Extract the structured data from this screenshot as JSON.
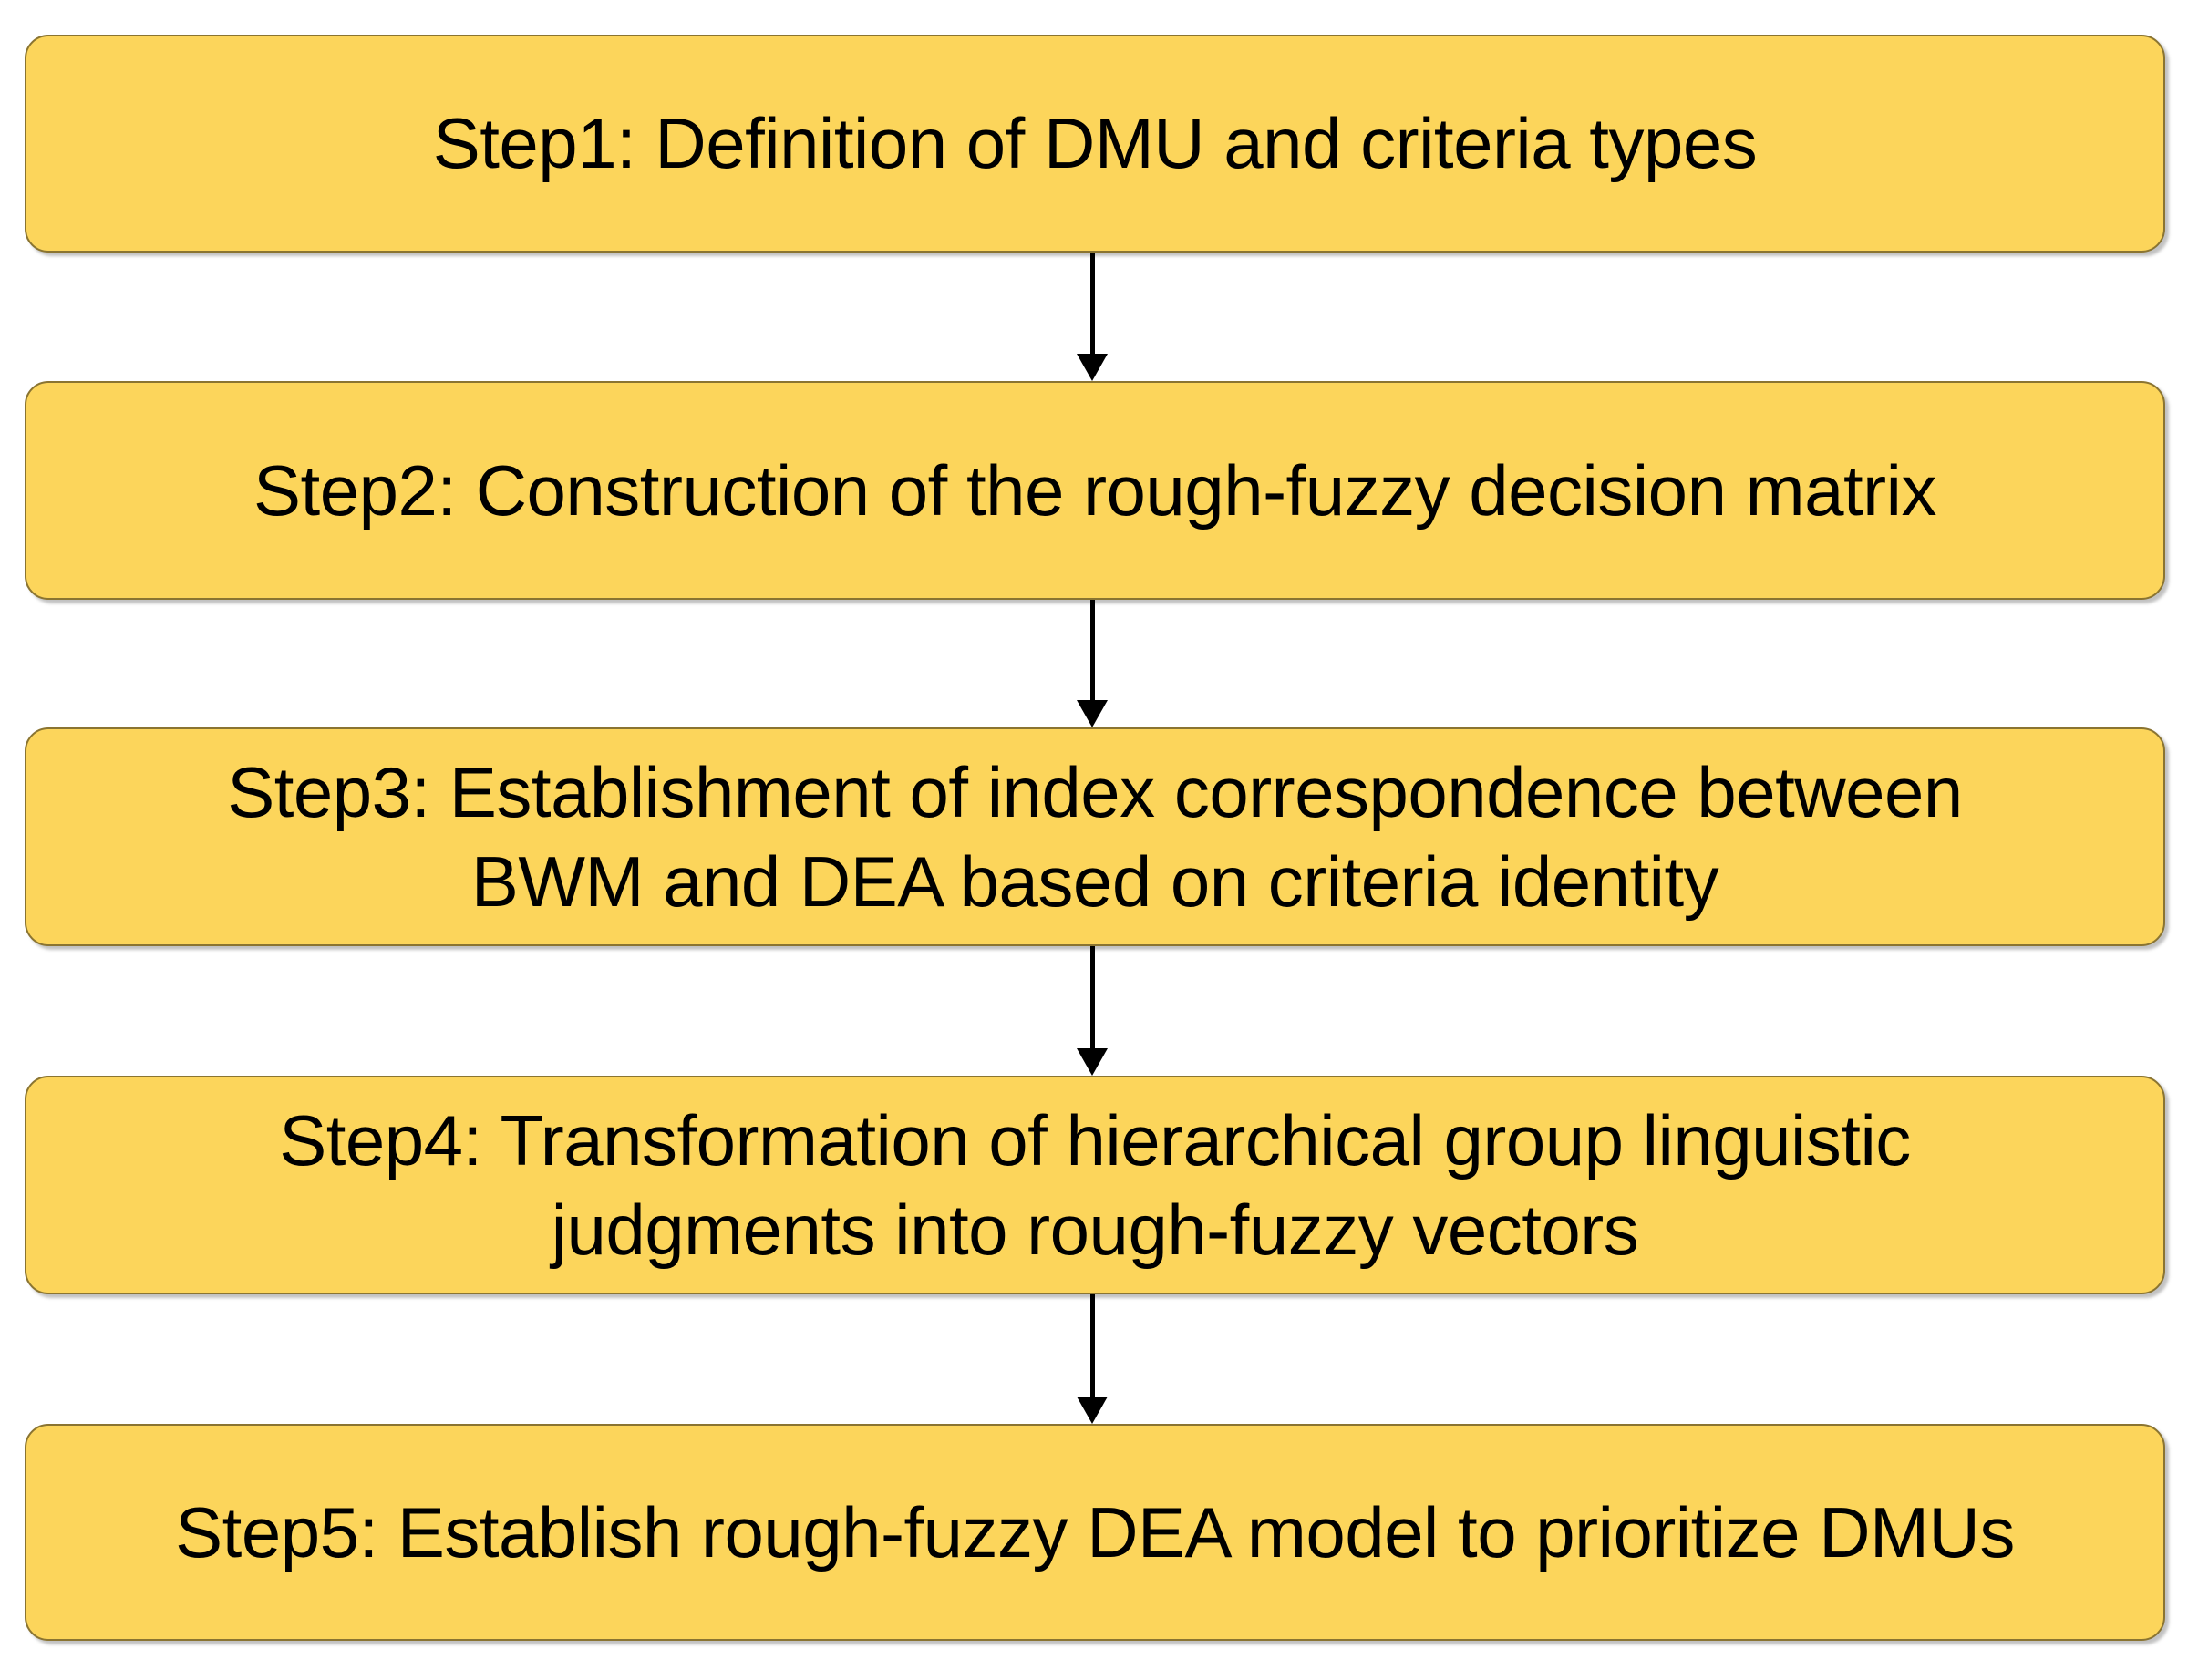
{
  "diagram": {
    "type": "vertical-flowchart",
    "title": "",
    "colors": {
      "box_fill": "#FCD55B",
      "box_border": "#8A7431",
      "text": "#000000",
      "arrow": "#000000",
      "background": "#FFFFFF"
    },
    "steps": [
      {
        "id": "step1",
        "label": "Step1: Definition of DMU and criteria types"
      },
      {
        "id": "step2",
        "label": "Step2: Construction of the rough-fuzzy decision matrix"
      },
      {
        "id": "step3",
        "label": "Step3: Establishment of index correspondence between\nBWM and DEA based on criteria identity"
      },
      {
        "id": "step4",
        "label": "Step4: Transformation of hierarchical group linguistic\njudgments into rough-fuzzy vectors"
      },
      {
        "id": "step5",
        "label": "Step5: Establish rough-fuzzy DEA model to prioritize DMUs"
      }
    ],
    "connectors": [
      {
        "id": "arrow-1-2",
        "from": "step1",
        "to": "step2",
        "direction": "down"
      },
      {
        "id": "arrow-2-3",
        "from": "step2",
        "to": "step3",
        "direction": "down"
      },
      {
        "id": "arrow-3-4",
        "from": "step3",
        "to": "step4",
        "direction": "down"
      },
      {
        "id": "arrow-4-5",
        "from": "step4",
        "to": "step5",
        "direction": "down"
      }
    ]
  }
}
